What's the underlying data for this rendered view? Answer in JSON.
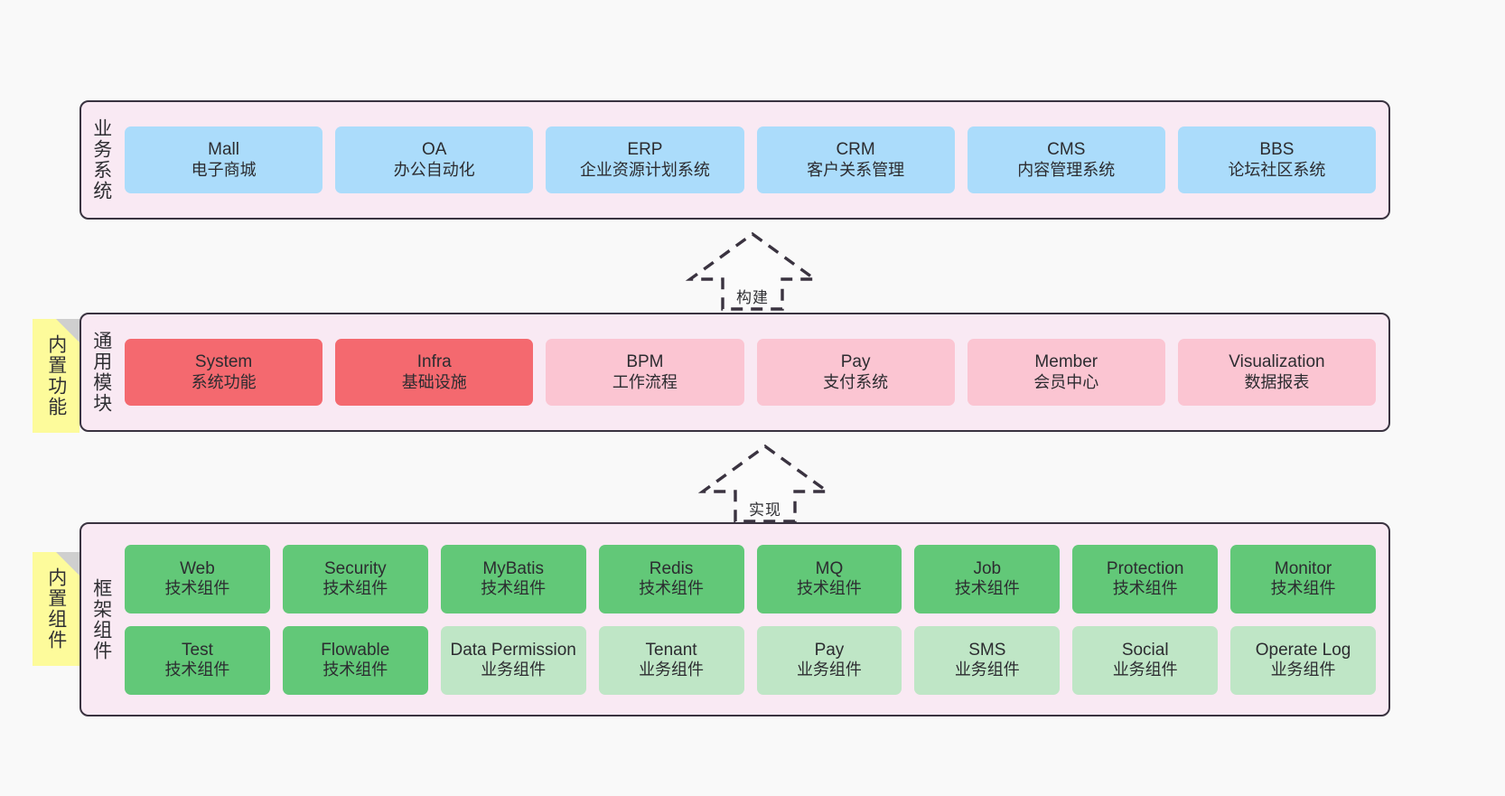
{
  "layers": [
    {
      "title": "业务系统",
      "rows": [
        [
          {
            "en": "Mall",
            "cn": "电子商城",
            "color": "blue"
          },
          {
            "en": "OA",
            "cn": "办公自动化",
            "color": "blue"
          },
          {
            "en": "ERP",
            "cn": "企业资源计划系统",
            "color": "blue"
          },
          {
            "en": "CRM",
            "cn": "客户关系管理",
            "color": "blue"
          },
          {
            "en": "CMS",
            "cn": "内容管理系统",
            "color": "blue"
          },
          {
            "en": "BBS",
            "cn": "论坛社区系统",
            "color": "blue"
          }
        ]
      ]
    },
    {
      "title": "通用模块",
      "note": "内置功能",
      "rows": [
        [
          {
            "en": "System",
            "cn": "系统功能",
            "color": "red"
          },
          {
            "en": "Infra",
            "cn": "基础设施",
            "color": "red"
          },
          {
            "en": "BPM",
            "cn": "工作流程",
            "color": "pink"
          },
          {
            "en": "Pay",
            "cn": "支付系统",
            "color": "pink"
          },
          {
            "en": "Member",
            "cn": "会员中心",
            "color": "pink"
          },
          {
            "en": "Visualization",
            "cn": "数据报表",
            "color": "pink"
          }
        ]
      ]
    },
    {
      "title": "框架组件",
      "note": "内置组件",
      "rows": [
        [
          {
            "en": "Web",
            "cn": "技术组件",
            "color": "green"
          },
          {
            "en": "Security",
            "cn": "技术组件",
            "color": "green"
          },
          {
            "en": "MyBatis",
            "cn": "技术组件",
            "color": "green"
          },
          {
            "en": "Redis",
            "cn": "技术组件",
            "color": "green"
          },
          {
            "en": "MQ",
            "cn": "技术组件",
            "color": "green"
          },
          {
            "en": "Job",
            "cn": "技术组件",
            "color": "green"
          },
          {
            "en": "Protection",
            "cn": "技术组件",
            "color": "green"
          },
          {
            "en": "Monitor",
            "cn": "技术组件",
            "color": "green"
          }
        ],
        [
          {
            "en": "Test",
            "cn": "技术组件",
            "color": "green"
          },
          {
            "en": "Flowable",
            "cn": "技术组件",
            "color": "green"
          },
          {
            "en": "Data Permission",
            "cn": "业务组件",
            "color": "lightgreen"
          },
          {
            "en": "Tenant",
            "cn": "业务组件",
            "color": "lightgreen"
          },
          {
            "en": "Pay",
            "cn": "业务组件",
            "color": "lightgreen"
          },
          {
            "en": "SMS",
            "cn": "业务组件",
            "color": "lightgreen"
          },
          {
            "en": "Social",
            "cn": "业务组件",
            "color": "lightgreen"
          },
          {
            "en": "Operate Log",
            "cn": "业务组件",
            "color": "lightgreen"
          }
        ]
      ]
    }
  ],
  "connectors": [
    {
      "label": "构建"
    },
    {
      "label": "实现"
    }
  ],
  "colors": {
    "band_fill": "#f9e9f3",
    "band_border": "#3a3340",
    "blue": "#abdcfb",
    "red": "#f4696f",
    "pink": "#fbc5d2",
    "green": "#62c878",
    "lightgreen": "#bfe6c6",
    "note": "#fdfb9b",
    "note_fold": "#cfcfcf",
    "canvas": "#f9f9f9"
  }
}
